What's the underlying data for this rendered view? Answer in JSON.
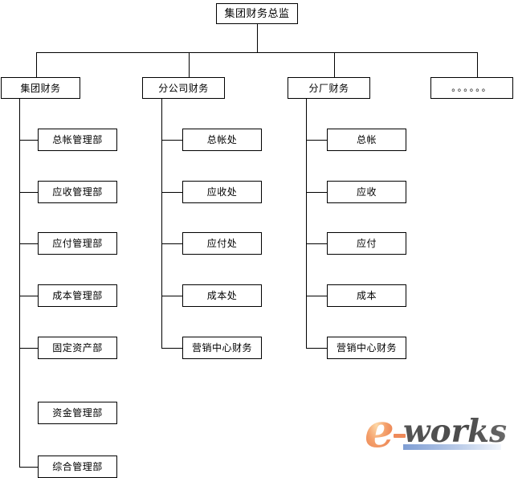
{
  "diagram": {
    "title_node": {
      "id": "group-finance-director",
      "label": "集团财务总监"
    },
    "level2": [
      {
        "id": "group-finance",
        "label": "集团财务"
      },
      {
        "id": "branch-finance",
        "label": "分公司财务"
      },
      {
        "id": "plant-finance",
        "label": "分厂财务"
      },
      {
        "id": "more-ellipsis",
        "label": "。。。。。。"
      }
    ],
    "columns": [
      {
        "id": "group-finance-children",
        "parent": "集团财务",
        "items": [
          {
            "id": "gl-mgmt-dept",
            "label": "总帐管理部",
            "connected": true
          },
          {
            "id": "ar-mgmt-dept",
            "label": "应收管理部",
            "connected": true
          },
          {
            "id": "ap-mgmt-dept",
            "label": "应付管理部",
            "connected": true
          },
          {
            "id": "cost-mgmt-dept",
            "label": "成本管理部",
            "connected": true
          },
          {
            "id": "fixed-asset-dept",
            "label": "固定资产部",
            "connected": true
          },
          {
            "id": "fund-mgmt-dept",
            "label": "资金管理部",
            "connected": false
          },
          {
            "id": "general-mgmt-dept",
            "label": "综合管理部",
            "connected": true
          }
        ]
      },
      {
        "id": "branch-finance-children",
        "parent": "分公司财务",
        "items": [
          {
            "id": "gl-division",
            "label": "总帐处",
            "connected": true
          },
          {
            "id": "ar-division",
            "label": "应收处",
            "connected": true
          },
          {
            "id": "ap-division",
            "label": "应付处",
            "connected": true
          },
          {
            "id": "cost-division",
            "label": "成本处",
            "connected": true
          },
          {
            "id": "sales-center-fin-b",
            "label": "营销中心财务",
            "connected": true
          }
        ]
      },
      {
        "id": "plant-finance-children",
        "parent": "分厂财务",
        "items": [
          {
            "id": "gl-plant",
            "label": "总帐",
            "connected": true
          },
          {
            "id": "ar-plant",
            "label": "应收",
            "connected": true
          },
          {
            "id": "ap-plant",
            "label": "应付",
            "connected": true
          },
          {
            "id": "cost-plant",
            "label": "成本",
            "connected": true
          },
          {
            "id": "sales-center-fin-p",
            "label": "营销中心财务",
            "connected": true
          }
        ]
      }
    ]
  },
  "logo": {
    "text_e": "e",
    "text_dash": "-",
    "text_works": "works",
    "color_e": "#ef8a5a",
    "color_works": "#4a4a4a",
    "color_bar_left": "#8fa9d8",
    "color_bar_right": "#e8eef8"
  },
  "colors": {
    "line": "#000000",
    "box_border": "#000000",
    "background": "#ffffff",
    "text": "#000000"
  }
}
